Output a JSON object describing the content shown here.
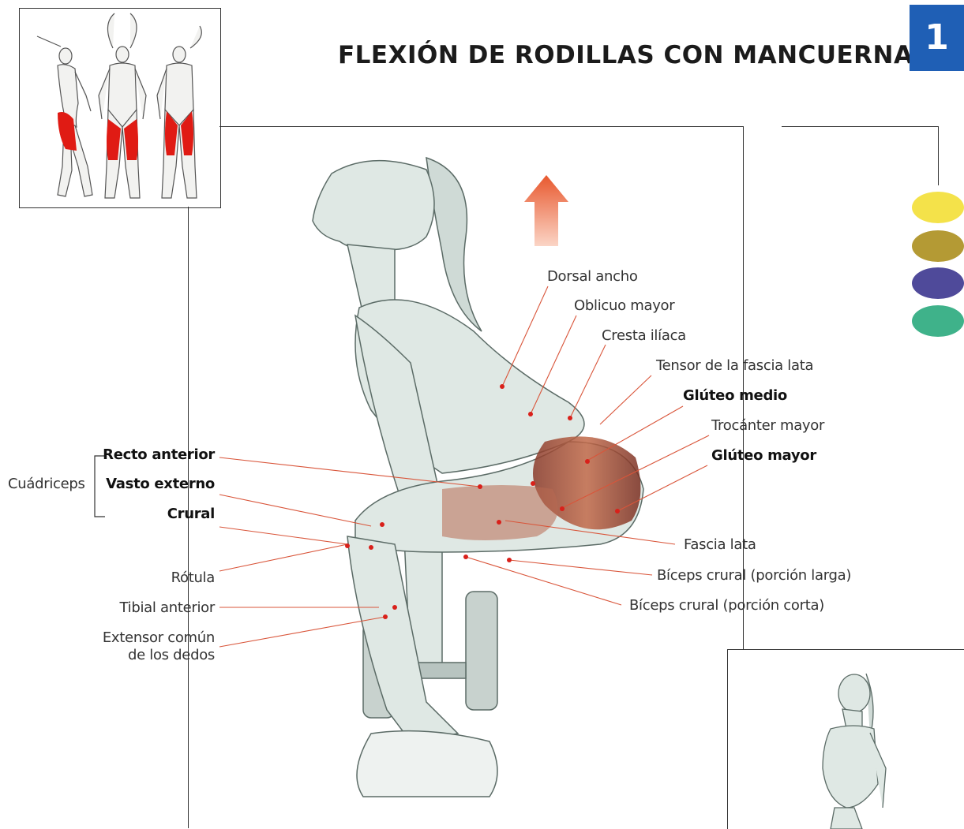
{
  "title": "FLEXIÓN DE RODILLAS CON MANCUERNAS",
  "page_number": "1",
  "group_label": "Cuádriceps",
  "labels_left": {
    "recto_anterior": "Recto anterior",
    "vasto_externo": "Vasto externo",
    "crural": "Crural",
    "rotula": "Rótula",
    "tibial_anterior": "Tibial anterior",
    "extensor_line1": "Extensor común",
    "extensor_line2": "de los dedos"
  },
  "labels_right": {
    "dorsal_ancho": "Dorsal ancho",
    "oblicuo_mayor": "Oblicuo mayor",
    "cresta_iliaca": "Cresta ilíaca",
    "tensor": "Tensor de la fascia lata",
    "gluteo_medio": "Glúteo medio",
    "trocanter": "Trocánter mayor",
    "gluteo_mayor": "Glúteo mayor",
    "fascia_lata": "Fascia lata",
    "biceps_larga": "Bíceps crural (porción larga)",
    "biceps_corta": "Bíceps crural (porción corta)"
  },
  "legend_colors": [
    "#f4e24a",
    "#b49a34",
    "#4f4a9a",
    "#3fb28a"
  ],
  "colors": {
    "badge": "#1f5fb5",
    "leader": "#d9553a",
    "muscle_highlight": "#d9201a",
    "arrow": "#e8582e"
  },
  "icons": {
    "arrow": "arrow-up-icon",
    "thumbnail": "muscle-map-figures",
    "figure": "squat-figure",
    "standing_figure": "standing-figure"
  }
}
